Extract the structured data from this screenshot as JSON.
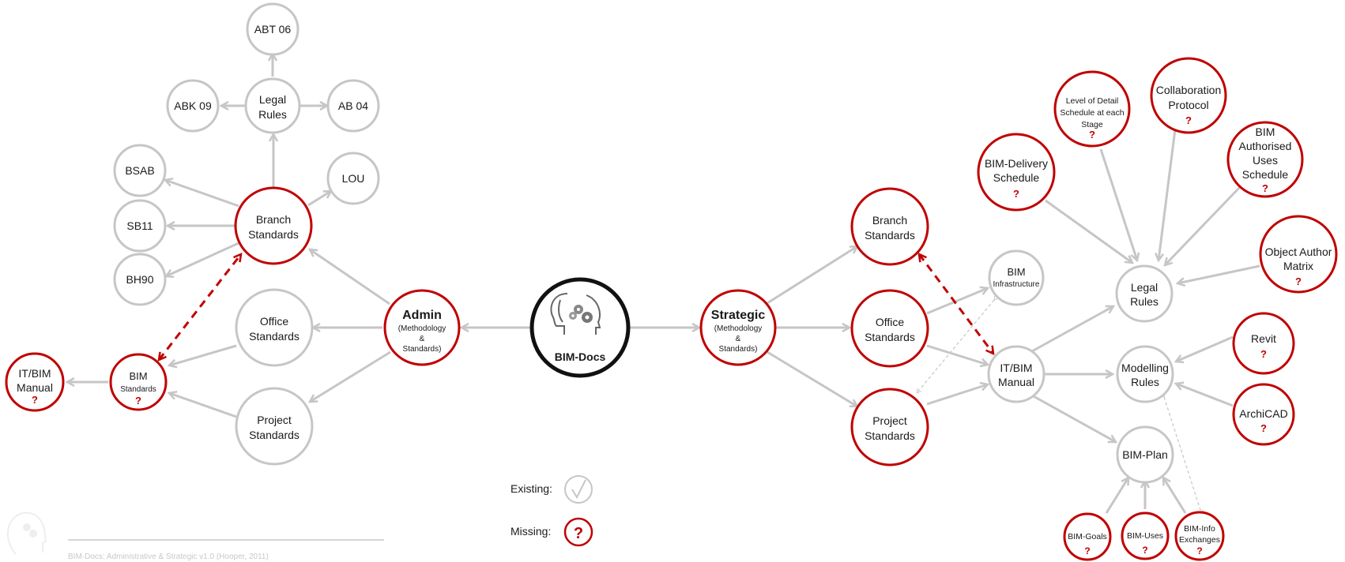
{
  "center": {
    "title": "BIM-Docs"
  },
  "admin": {
    "title": "Admin",
    "subtitle": [
      "(Methodology",
      "&",
      "Standards)"
    ]
  },
  "strategic": {
    "title": "Strategic",
    "subtitle": [
      "(Methodology",
      "&",
      "Standards)"
    ]
  },
  "left_nodes": {
    "abt06": "ABT 06",
    "abk09": "ABK 09",
    "ab04": "AB 04",
    "legal_rules": [
      "Legal",
      "Rules"
    ],
    "bsab": "BSAB",
    "lou": "LOU",
    "sb11": "SB11",
    "bh90": "BH90",
    "branch_standards": [
      "Branch",
      "Standards"
    ],
    "office_standards": [
      "Office",
      "Standards"
    ],
    "project_standards": [
      "Project",
      "Standards"
    ],
    "bim_standards": [
      "BIM",
      "Standards"
    ],
    "it_bim_manual": [
      "IT/BIM",
      "Manual"
    ]
  },
  "right_nodes": {
    "branch_standards": [
      "Branch",
      "Standards"
    ],
    "office_standards": [
      "Office",
      "Standards"
    ],
    "project_standards": [
      "Project",
      "Standards"
    ],
    "bim_infrastructure": [
      "BIM",
      "Infrastructure"
    ],
    "it_bim_manual": [
      "IT/BIM",
      "Manual"
    ],
    "legal_rules": [
      "Legal",
      "Rules"
    ],
    "modelling_rules": [
      "Modelling",
      "Rules"
    ],
    "bim_plan": "BIM-Plan",
    "bim_delivery_schedule": [
      "BIM-Delivery",
      "Schedule"
    ],
    "level_of_detail": [
      "Level of Detail",
      "Schedule at each",
      "Stage"
    ],
    "collaboration_protocol": [
      "Collaboration",
      "Protocol"
    ],
    "bim_authorised_uses": [
      "BIM",
      "Authorised",
      "Uses",
      "Schedule"
    ],
    "object_author_matrix": [
      "Object Author",
      "Matrix"
    ],
    "revit": "Revit",
    "archicad": "ArchiCAD",
    "bim_goals": "BIM-Goals",
    "bim_uses": "BIM-Uses",
    "bim_info_exchanges": [
      "BIM-Info",
      "Exchanges"
    ]
  },
  "missing_mark": "?",
  "legend": {
    "existing": "Existing:",
    "missing": "Missing:",
    "missing_symbol": "?"
  },
  "footer": "BIM-Docs: Administrative & Strategic v1.0 (Hooper, 2011)",
  "colors": {
    "existing": "#c6c6c6",
    "missing": "#c00000",
    "center": "#111111"
  }
}
